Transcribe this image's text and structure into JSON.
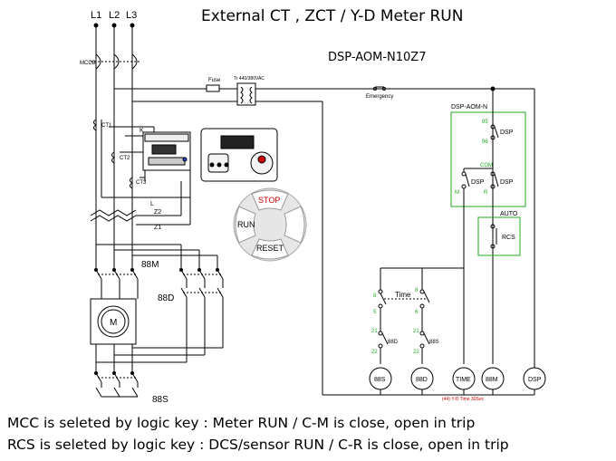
{
  "title": "External CT , ZCT / Y-D Meter RUN",
  "model": "DSP-AOM-N10Z7",
  "lines": {
    "l1": "L1",
    "l2": "L2",
    "l3": "L3"
  },
  "labels": {
    "mccb": "MCCB",
    "fuse": "Fuse",
    "transformer": "Tr 440/380VAC",
    "emergency": "Emergency",
    "aom_box": "DSP-AOM-N",
    "ct1": "CT1",
    "ct2": "CT2",
    "ct3": "CT3",
    "k": "K",
    "l": "L",
    "z2": "Z2",
    "z1": "Z1",
    "m88": "88M",
    "d88": "88D",
    "s88": "88S",
    "motor": "M",
    "time_relay": "Time",
    "c95": "95",
    "c96": "96",
    "com": "COM",
    "m_term": "M",
    "r_term": "R",
    "dsp": "DSP",
    "auto": "AUTO",
    "rcs": "RCS",
    "n5": "5",
    "n8a": "8",
    "n6": "6",
    "n8b": "8",
    "n21a": "21",
    "n22a": "22",
    "n21b": "21",
    "n22b": "22",
    "c88d": "88D",
    "c88s": "88S",
    "time_note": "(44) Y-D Time 30Sec"
  },
  "coils": [
    "88S",
    "88D",
    "TIME",
    "88M",
    "DSP"
  ],
  "keypad": {
    "stop": "STOP",
    "run": "RUN",
    "reset": "RESET"
  },
  "colors": {
    "contact_box": "#22aa22",
    "stop": "#cc0000",
    "time_note": "#cc0000",
    "wire": "#000000"
  },
  "notes": [
    "MCC is seleted by logic key : Meter RUN / C-M is close, open in trip",
    "RCS is seleted by logic key : DCS/sensor RUN / C-R is close, open in trip"
  ]
}
